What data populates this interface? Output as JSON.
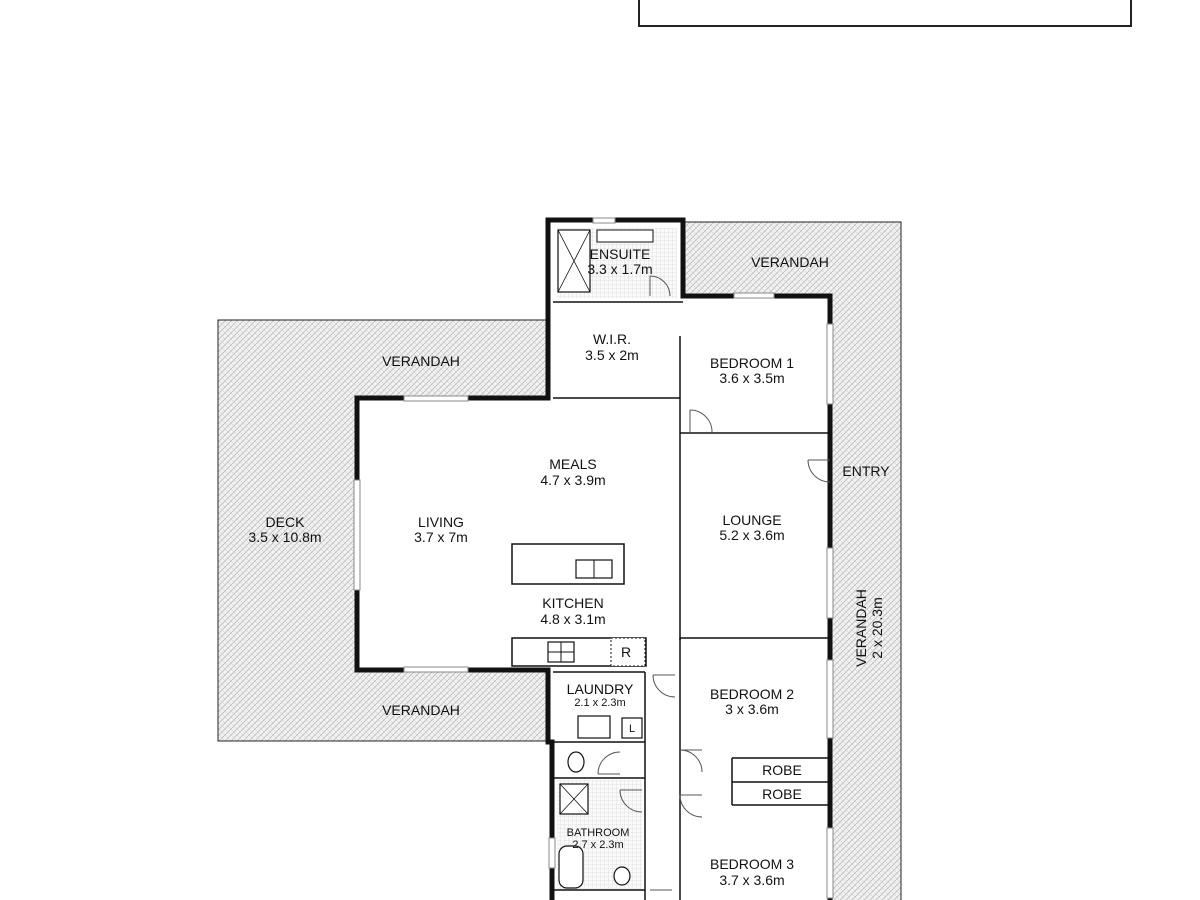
{
  "rooms": {
    "ensuite": {
      "name": "ENSUITE",
      "size": "3.3 x 1.7m"
    },
    "verandah_top_right": {
      "name": "VERANDAH"
    },
    "wir": {
      "name": "W.I.R.",
      "size": "3.5 x 2m"
    },
    "bedroom1": {
      "name": "BEDROOM 1",
      "size": "3.6 x 3.5m"
    },
    "verandah_top_left": {
      "name": "VERANDAH"
    },
    "meals": {
      "name": "MEALS",
      "size": "4.7 x 3.9m"
    },
    "entry": {
      "name": "ENTRY"
    },
    "deck": {
      "name": "DECK",
      "size": "3.5 x 10.8m"
    },
    "living": {
      "name": "LIVING",
      "size": "3.7 x 7m"
    },
    "lounge": {
      "name": "LOUNGE",
      "size": "5.2 x 3.6m"
    },
    "kitchen": {
      "name": "KITCHEN",
      "size": "4.8 x 3.1m"
    },
    "verandah_right": {
      "name": "VERANDAH",
      "size": "2 x 20.3m"
    },
    "laundry": {
      "name": "LAUNDRY",
      "size": "2.1 x 2.3m"
    },
    "bedroom2": {
      "name": "BEDROOM 2",
      "size": "3 x 3.6m"
    },
    "verandah_bottom_left": {
      "name": "VERANDAH"
    },
    "robe1": {
      "name": "ROBE"
    },
    "robe2": {
      "name": "ROBE"
    },
    "bathroom": {
      "name": "BATHROOM",
      "size": "2.7 x 2.3m"
    },
    "bedroom3": {
      "name": "BEDROOM 3",
      "size": "3.7 x 3.6m"
    }
  },
  "fixtures": {
    "fridge_mark": "R",
    "laundry_mark": "L"
  }
}
